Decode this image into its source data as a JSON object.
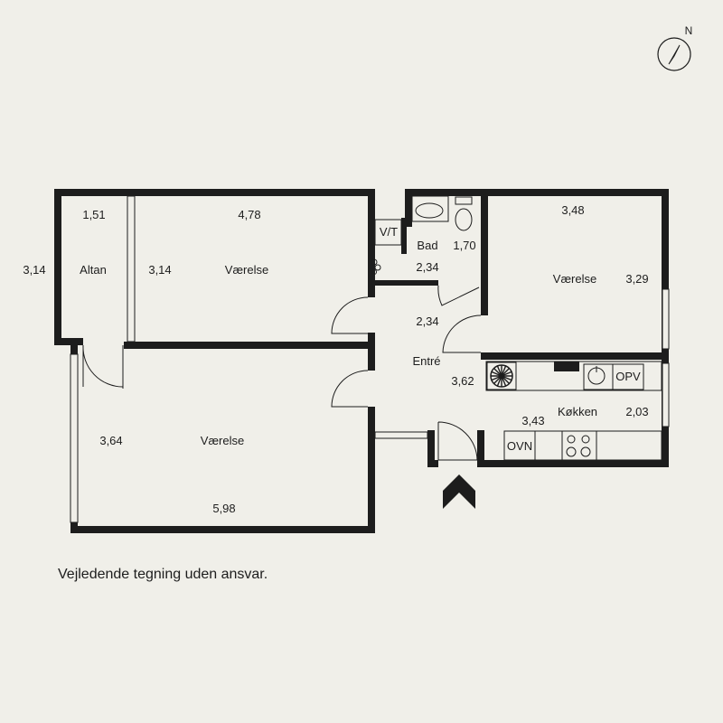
{
  "compass": {
    "label": "N"
  },
  "rooms": {
    "altan": {
      "name": "Altan",
      "width": "1,51",
      "depth": "3,14"
    },
    "vaerelse_top_left": {
      "name": "Værelse",
      "width": "4,78",
      "depth": "3,14"
    },
    "bad": {
      "name": "Bad",
      "width": "1,70",
      "depth": "2,34"
    },
    "vt": {
      "name": "V/T"
    },
    "entre": {
      "name": "Entré",
      "width": "2,34",
      "depth": "3,62"
    },
    "vaerelse_right": {
      "name": "Værelse",
      "width": "3,48",
      "depth": "3,29"
    },
    "koekken": {
      "name": "Køkken",
      "width": "3,43",
      "depth": "2,03"
    },
    "vaerelse_bottom_left": {
      "name": "Værelse",
      "width": "5,98",
      "depth": "3,64"
    }
  },
  "appliances": {
    "dishwasher": "OPV",
    "oven": "OVN"
  },
  "disclaimer": "Vejledende tegning uden ansvar."
}
